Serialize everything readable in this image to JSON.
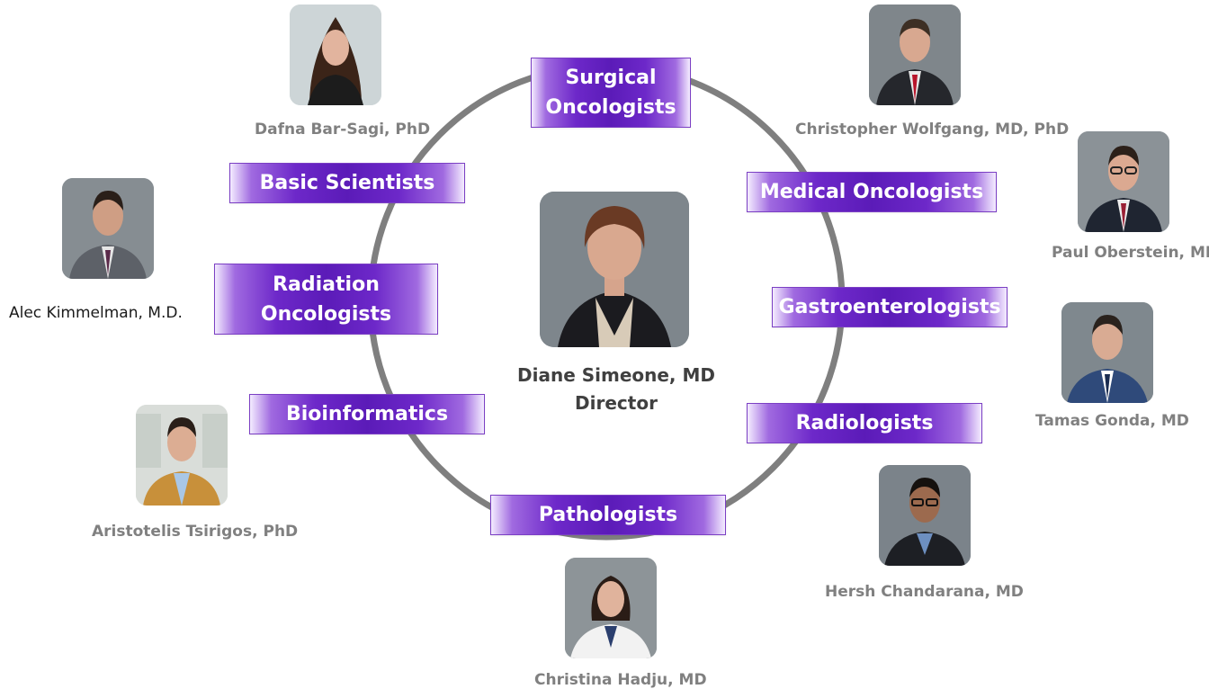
{
  "center": {
    "name": "Diane Simeone, MD",
    "role": "Director"
  },
  "disciplines": {
    "surgical": [
      "Surgical",
      "Oncologists"
    ],
    "medical": "Medical Oncologists",
    "gastro": "Gastroenterologists",
    "radiologists": "Radiologists",
    "pathologists": "Pathologists",
    "bioinformatics": "Bioinformatics",
    "radiation": [
      "Radiation",
      "Oncologists"
    ],
    "basic": "Basic Scientists"
  },
  "people": {
    "bar_sagi": "Dafna Bar-Sagi, PhD",
    "wolfgang": "Christopher Wolfgang, MD, PhD",
    "oberstein": "Paul Oberstein, MD",
    "gonda": "Tamas Gonda, MD",
    "chandarana": "Hersh Chandarana, MD",
    "hadju": "Christina Hadju, MD",
    "tsirigos": "Aristotelis Tsirigos, PhD",
    "kimmelman": "Alec Kimmelman, M.D."
  },
  "colors": {
    "ring": "#7f7f7f",
    "box_fill": "#5b1bb8",
    "box_border": "#7b3fc4",
    "name_gray": "#808080"
  }
}
